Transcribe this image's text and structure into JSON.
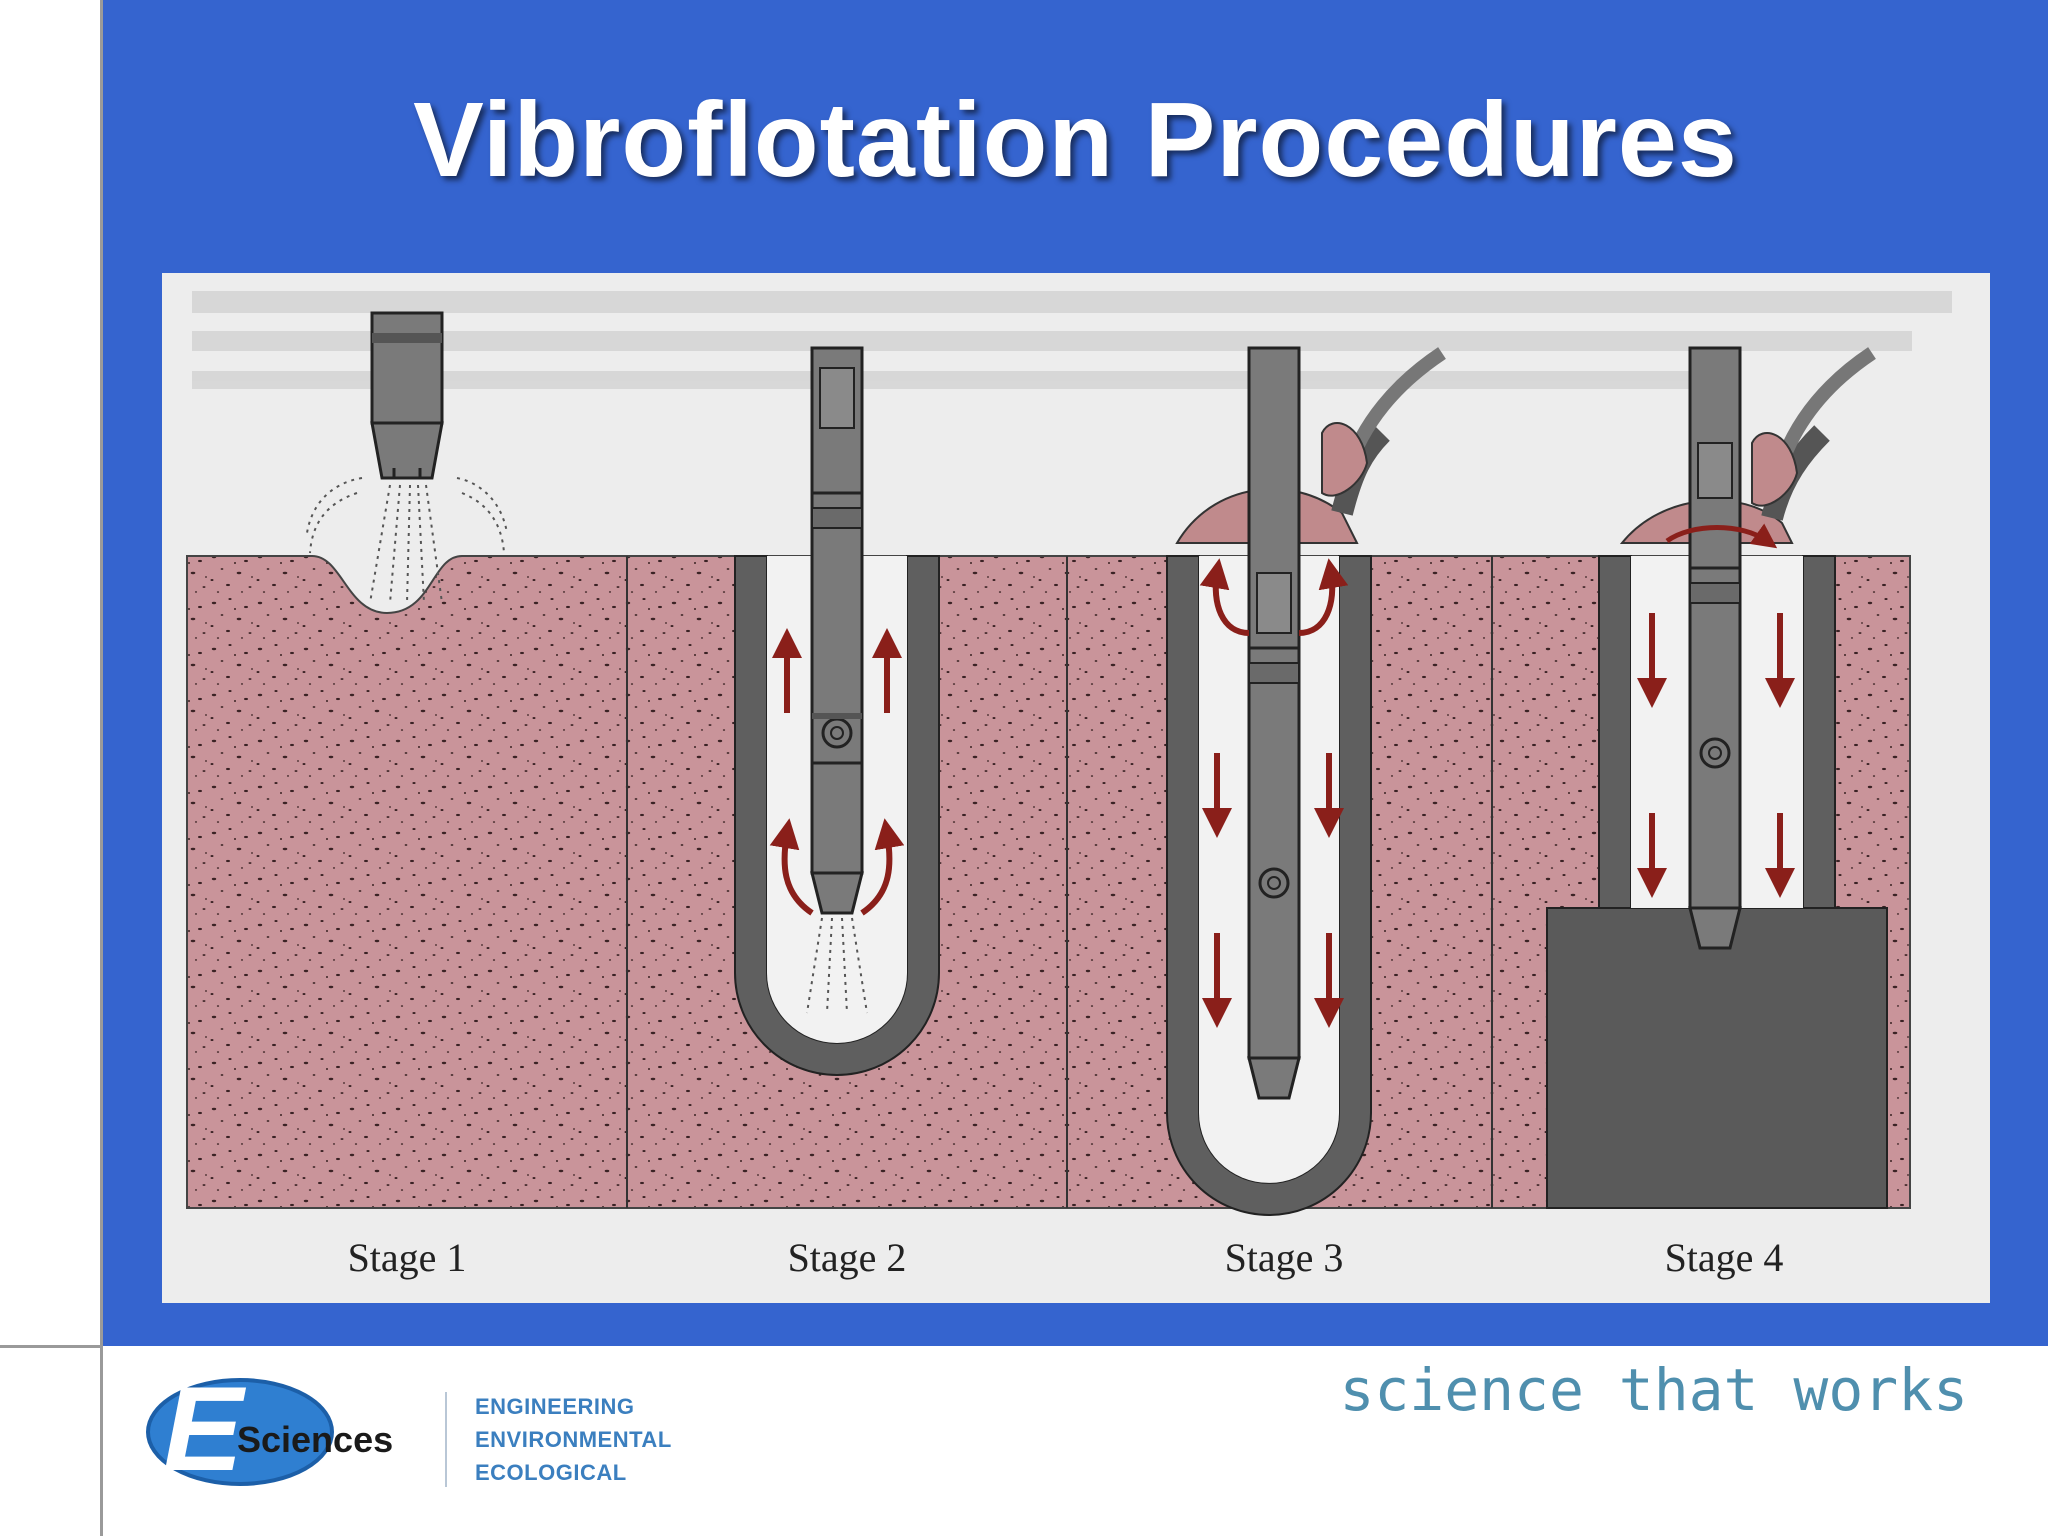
{
  "slide": {
    "title": "Vibroflotation Procedures"
  },
  "diagram": {
    "stages": [
      {
        "label": "Stage 1"
      },
      {
        "label": "Stage 2"
      },
      {
        "label": "Stage 3"
      },
      {
        "label": "Stage 4"
      }
    ]
  },
  "footer": {
    "tagline": "science that works",
    "logo_text": "Sciences",
    "logo_letter": "E",
    "areas": [
      "ENGINEERING",
      "ENVIRONMENTAL",
      "ECOLOGICAL"
    ]
  },
  "colors": {
    "slide_blue": "#3564cf",
    "soil": "#c9949a",
    "casing": "#5f5f5f",
    "arrow": "#8a1f1a",
    "tagline": "#4f8fae",
    "area_text": "#3b7fbf"
  }
}
